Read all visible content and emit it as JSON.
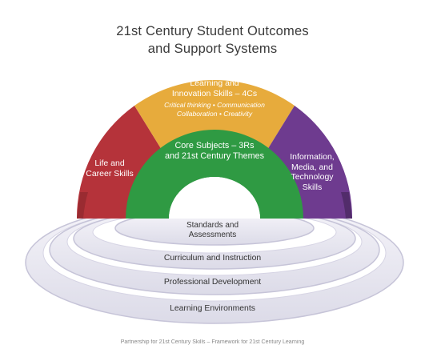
{
  "title_line1": "21st Century Student Outcomes",
  "title_line2": "and Support Systems",
  "rainbow": {
    "life_career": "Life and\nCareer Skills",
    "learning_innovation": "Learning and\nInnovation Skills – 4Cs",
    "learning_innovation_detail_1": "Critical thinking • Communication",
    "learning_innovation_detail_2": "Collaboration • Creativity",
    "information_media": "Information,\nMedia, and\nTechnology\nSkills",
    "core_subjects": "Core Subjects – 3Rs\nand 21st Century Themes"
  },
  "support_systems": {
    "standards": "Standards and\nAssessments",
    "curriculum": "Curriculum and Instruction",
    "professional_development": "Professional Development",
    "learning_environments": "Learning Environments"
  },
  "colors": {
    "red": "#b5333a",
    "gold": "#e7ab3c",
    "purple": "#6e3b8f",
    "green": "#2f9a43",
    "ring_fill": "#e9e8f1",
    "ring_edge": "#c9c7da"
  },
  "footer": "Partnership for 21st Century Skills – Framework for 21st Century Learning"
}
